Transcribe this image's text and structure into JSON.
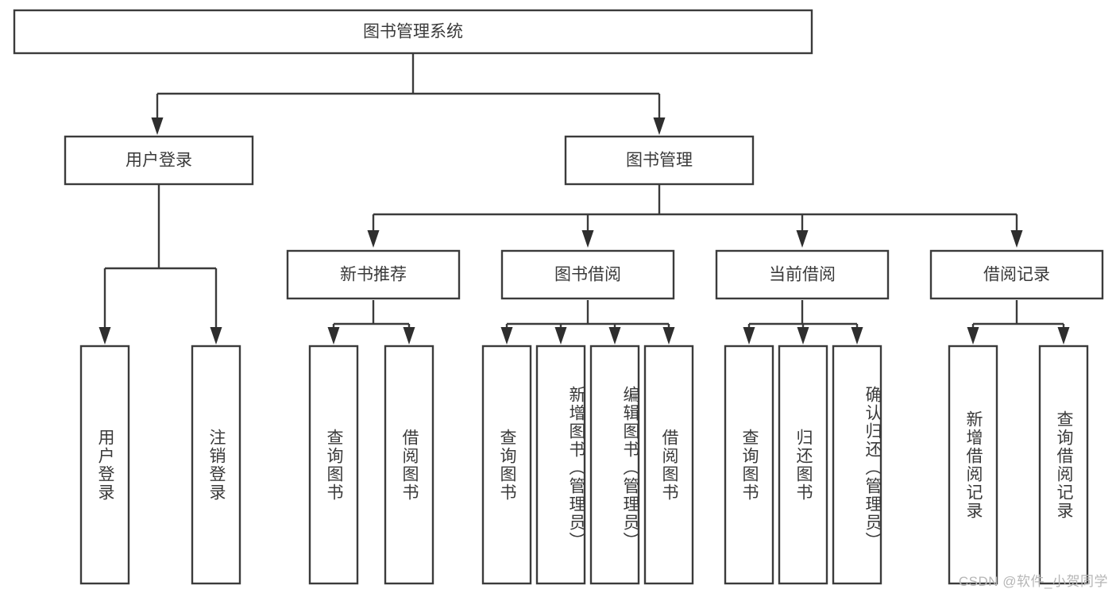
{
  "diagram": {
    "type": "tree",
    "title": "图书管理系统",
    "root": {
      "label": "图书管理系统"
    },
    "level1": [
      {
        "label": "用户登录"
      },
      {
        "label": "图书管理"
      }
    ],
    "level2": [
      {
        "label": "新书推荐"
      },
      {
        "label": "图书借阅"
      },
      {
        "label": "当前借阅"
      },
      {
        "label": "借阅记录"
      }
    ],
    "leaves": {
      "user_login": [
        {
          "label": "用户登录"
        },
        {
          "label": "注销登录"
        }
      ],
      "new_book_recommend": [
        {
          "label": "查询图书"
        },
        {
          "label": "借阅图书"
        }
      ],
      "book_borrow": [
        {
          "label": "查询图书"
        },
        {
          "label": "新增图书（管理员）"
        },
        {
          "label": "编辑图书（管理员）"
        },
        {
          "label": "借阅图书"
        }
      ],
      "current_borrow": [
        {
          "label": "查询图书"
        },
        {
          "label": "归还图书"
        },
        {
          "label": "确认归还（管理员）"
        }
      ],
      "borrow_record": [
        {
          "label": "新增借阅记录"
        },
        {
          "label": "查询借阅记录"
        }
      ]
    }
  },
  "watermark": {
    "text": "CSDN @软件_小贺同学"
  },
  "colors": {
    "box_stroke": "#3b3b3b",
    "connector": "#3b3b3b",
    "text": "#3a3a3a",
    "background": "#ffffff",
    "watermark": "#b6b6b6"
  }
}
